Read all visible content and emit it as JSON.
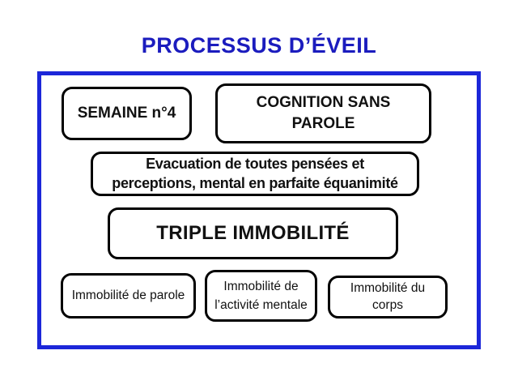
{
  "page": {
    "background_color": "#ffffff"
  },
  "header": {
    "title": "PROCESSUS D’ÉVEIL",
    "title_color": "#1b1cbe"
  },
  "frame": {
    "border_color": "#1c27d9"
  },
  "boxes": {
    "semaine": {
      "label": "SEMAINE n°4"
    },
    "cognition": {
      "lines": [
        "COGNITION SANS",
        "PAROLE"
      ]
    },
    "evacuation": {
      "lines": [
        "Evacuation de toutes pensées et",
        "perceptions, mental en parfaite équanimité"
      ]
    },
    "triple": {
      "label": "TRIPLE IMMOBILITÉ"
    },
    "parole": {
      "label": "Immobilité de parole"
    },
    "mentale": {
      "lines": [
        "Immobilité de",
        "l’activité mentale"
      ]
    },
    "corps": {
      "lines": [
        "Immobilité du",
        "corps"
      ]
    }
  }
}
